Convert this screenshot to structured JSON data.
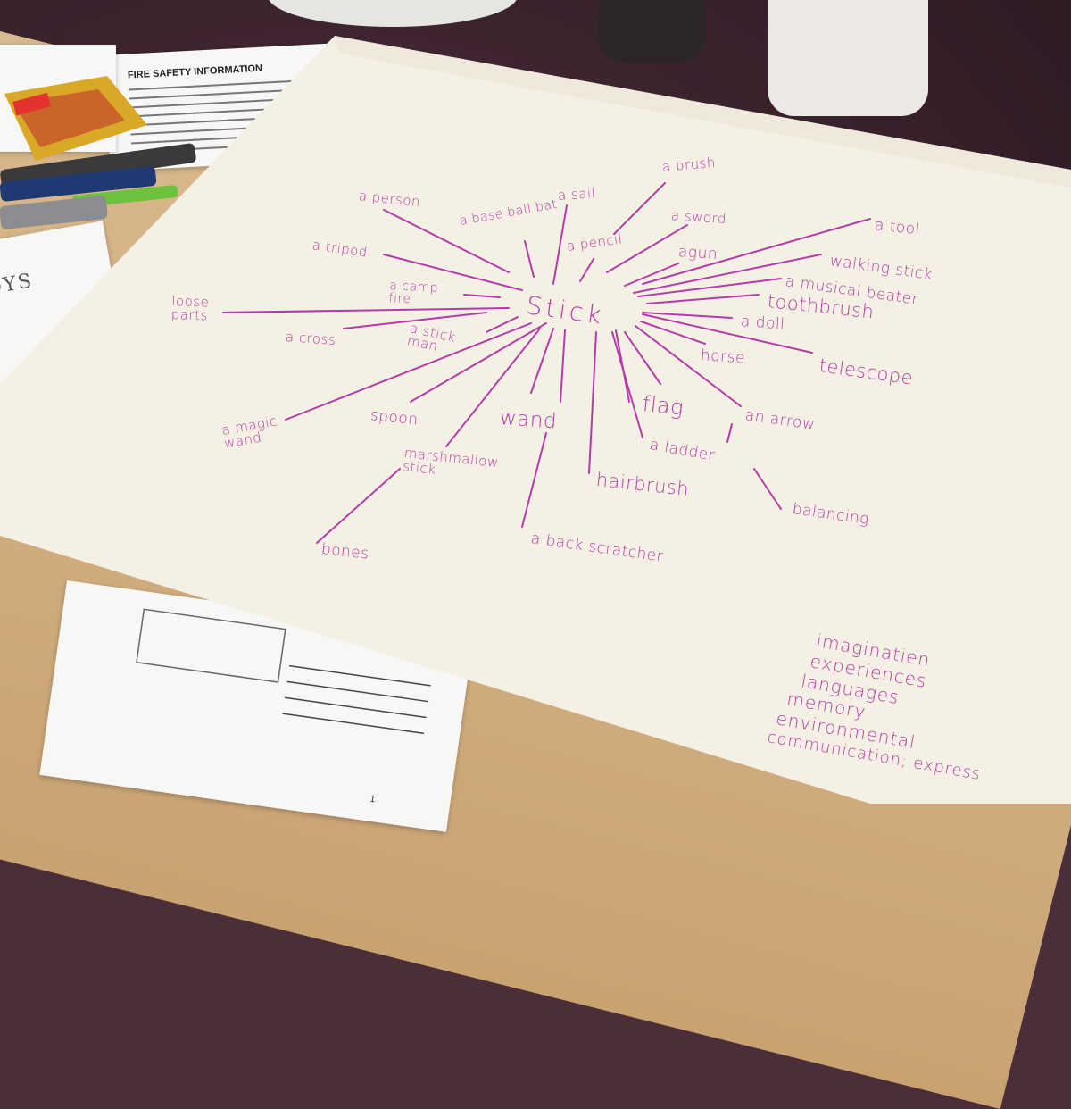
{
  "sheet": {
    "center": "Stick",
    "branches": [
      {
        "id": "a-brush",
        "text": "a brush"
      },
      {
        "id": "a-sail",
        "text": "a sail"
      },
      {
        "id": "a-person",
        "text": "a person"
      },
      {
        "id": "a-base-ball-bat",
        "text": "a base ball bat"
      },
      {
        "id": "a-sword",
        "text": "a sword"
      },
      {
        "id": "a-tool",
        "text": "a tool"
      },
      {
        "id": "a-pencil",
        "text": "a pencil"
      },
      {
        "id": "a-gun",
        "text": "agun"
      },
      {
        "id": "walking-stick",
        "text": "walking stick"
      },
      {
        "id": "a-tripod",
        "text": "a tripod"
      },
      {
        "id": "a-musical-beater",
        "text": "a musical beater"
      },
      {
        "id": "a-camp-fire",
        "text": "a camp fire"
      },
      {
        "id": "toothbrush",
        "text": "toothbrush"
      },
      {
        "id": "loose-parts",
        "text": "loose parts"
      },
      {
        "id": "a-doll",
        "text": "a doll"
      },
      {
        "id": "a-cross",
        "text": "a cross"
      },
      {
        "id": "a-stick-man",
        "text": "a stick man"
      },
      {
        "id": "horse",
        "text": "horse"
      },
      {
        "id": "telescope",
        "text": "telescope"
      },
      {
        "id": "spoon",
        "text": "spoon"
      },
      {
        "id": "wand",
        "text": "wand"
      },
      {
        "id": "flag",
        "text": "flag"
      },
      {
        "id": "an-arrow",
        "text": "an arrow"
      },
      {
        "id": "a-magic-wand",
        "text": "a magic wand"
      },
      {
        "id": "marshmallow-stick",
        "text": "marshmallow stick"
      },
      {
        "id": "a-ladder",
        "text": "a ladder"
      },
      {
        "id": "hairbrush",
        "text": "hairbrush"
      },
      {
        "id": "balancing",
        "text": "balancing"
      },
      {
        "id": "bones",
        "text": "bones"
      },
      {
        "id": "a-back-scratcher",
        "text": "a back scratcher"
      }
    ],
    "notes": [
      "imaginatien",
      "experiences",
      "languages",
      "memory",
      "environmental",
      "communication; express"
    ]
  },
  "documents": {
    "leaflet_heading": "FIRE SAFETY INFORMATION",
    "side_text": "OYS",
    "page_number": "1"
  },
  "colors": {
    "ink": "#b43ca9",
    "flipchart": "#f4f0e4",
    "table": "#d2ad7f"
  }
}
